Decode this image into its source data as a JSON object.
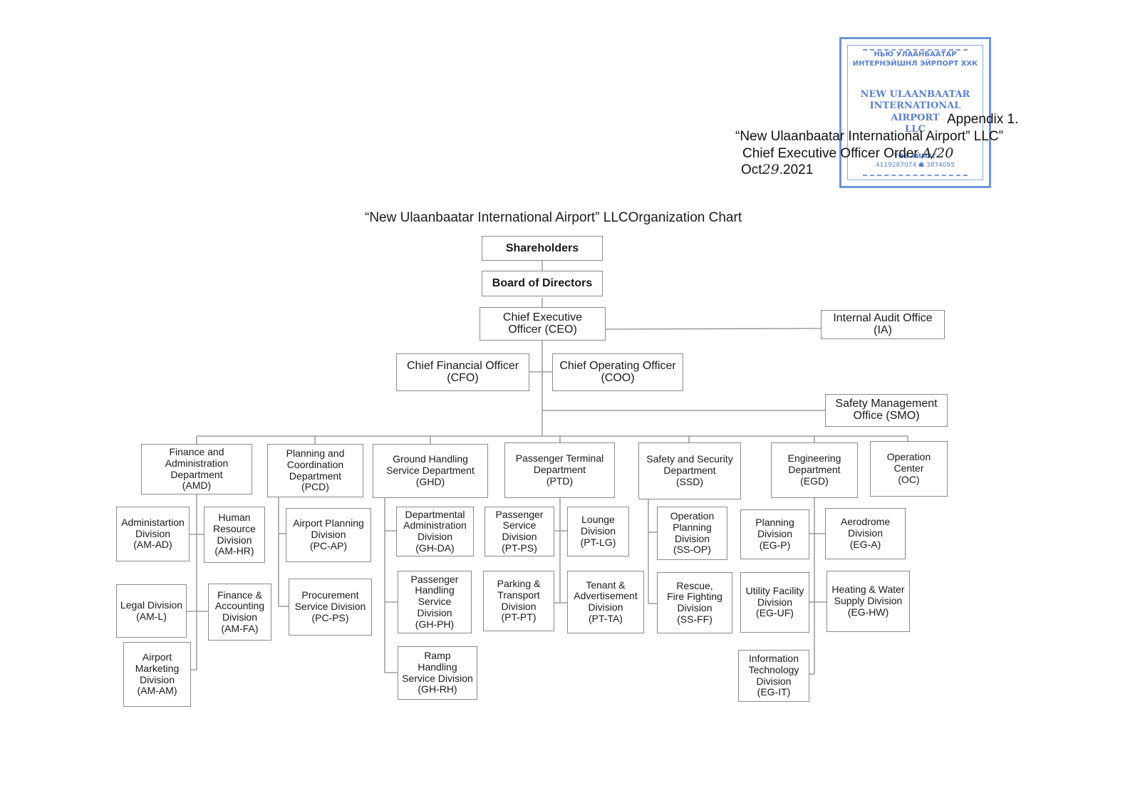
{
  "title": "“New Ulaanbaatar International Airport” LLCOrganization Chart",
  "appendix": {
    "line1": "Appendix 1.",
    "line2": "“New Ulaanbaatar International Airport” LLC”",
    "line3_prefix": "Chief Executive Officer Order ",
    "order_no": "A/20",
    "line4_prefix": "Oct",
    "day": "29",
    "line4_suffix": ".2021"
  },
  "stamp": {
    "cyr_line1": "НЬЮ УЛААНБААТАР",
    "cyr_line2": "ИНТЕРНЭЙШНЛ ЭЙРПОРТ ХХК",
    "eng_line1": "NEW ULAANBAATAR",
    "eng_line2": "INTERNATIONAL",
    "eng_line3": "AIRPORT",
    "eng_line4": "LLC",
    "region": "ТӨВ АЙМАГ",
    "ids": "4119287074 ☗ 3874095"
  },
  "nodes": {
    "shareholders": "Shareholders",
    "board": "Board of Directors",
    "ceo": "Chief Executive\nOfficer (CEO)",
    "ia": "Internal Audit Office\n(IA)",
    "cfo": "Chief Financial Officer\n(CFO)",
    "coo": "Chief Operating Officer\n(COO)",
    "smo": "Safety Management\nOffice (SMO)",
    "amd": "Finance and\nAdministration\nDepartment\n(AMD)",
    "pcd": "Planning and\nCoordination\nDepartment\n(PCD)",
    "ghd": "Ground Handling\nService Department\n(GHD)",
    "ptd": "Passenger Terminal\nDepartment\n(PTD)",
    "ssd": "Safety and Security\nDepartment\n(SSD)",
    "egd": "Engineering\nDepartment\n(EGD)",
    "oc": "Operation\nCenter\n(OC)",
    "am_ad": "Administartion\nDivision\n(AM-AD)",
    "am_hr": "Human\nResource\nDivision\n(AM-HR)",
    "am_l": "Legal Division\n(AM-L)",
    "am_fa": "Finance &\nAccounting\nDivision\n(AM-FA)",
    "am_am": "Airport\nMarketing\nDivision\n(AM-AM)",
    "pc_ap": "Airport Planning\nDivision\n(PC-AP)",
    "pc_ps": "Procurement\nService Division\n(PC-PS)",
    "gh_da": "Departmental\nAdministration\nDivision\n(GH-DA)",
    "gh_ph": "Passenger\nHandling\nService\nDivision\n(GH-PH)",
    "gh_rh": "Ramp\nHandling\nService Division\n(GH-RH)",
    "pt_ps": "Passenger\nService\nDivision\n(PT-PS)",
    "pt_lg": "Lounge\nDivision\n(PT-LG)",
    "pt_pt": "Parking &\nTransport\nDivision\n(PT-PT)",
    "pt_ta": "Tenant &\nAdvertisement\nDivision\n(PT-TA)",
    "ss_op": "Operation\nPlanning\nDivision\n(SS-OP)",
    "ss_ff": "Rescue,\nFire Fighting\nDivision\n(SS-FF)",
    "eg_p": "Planning\nDivision\n(EG-P)",
    "eg_a": "Aerodrome\nDivision\n(EG-A)",
    "eg_uf": "Utility Facility\nDivision\n(EG-UF)",
    "eg_hw": "Heating & Water\nSupply Division\n(EG-HW)",
    "eg_it": "Information\nTechnology\nDivision\n(EG-IT)"
  }
}
